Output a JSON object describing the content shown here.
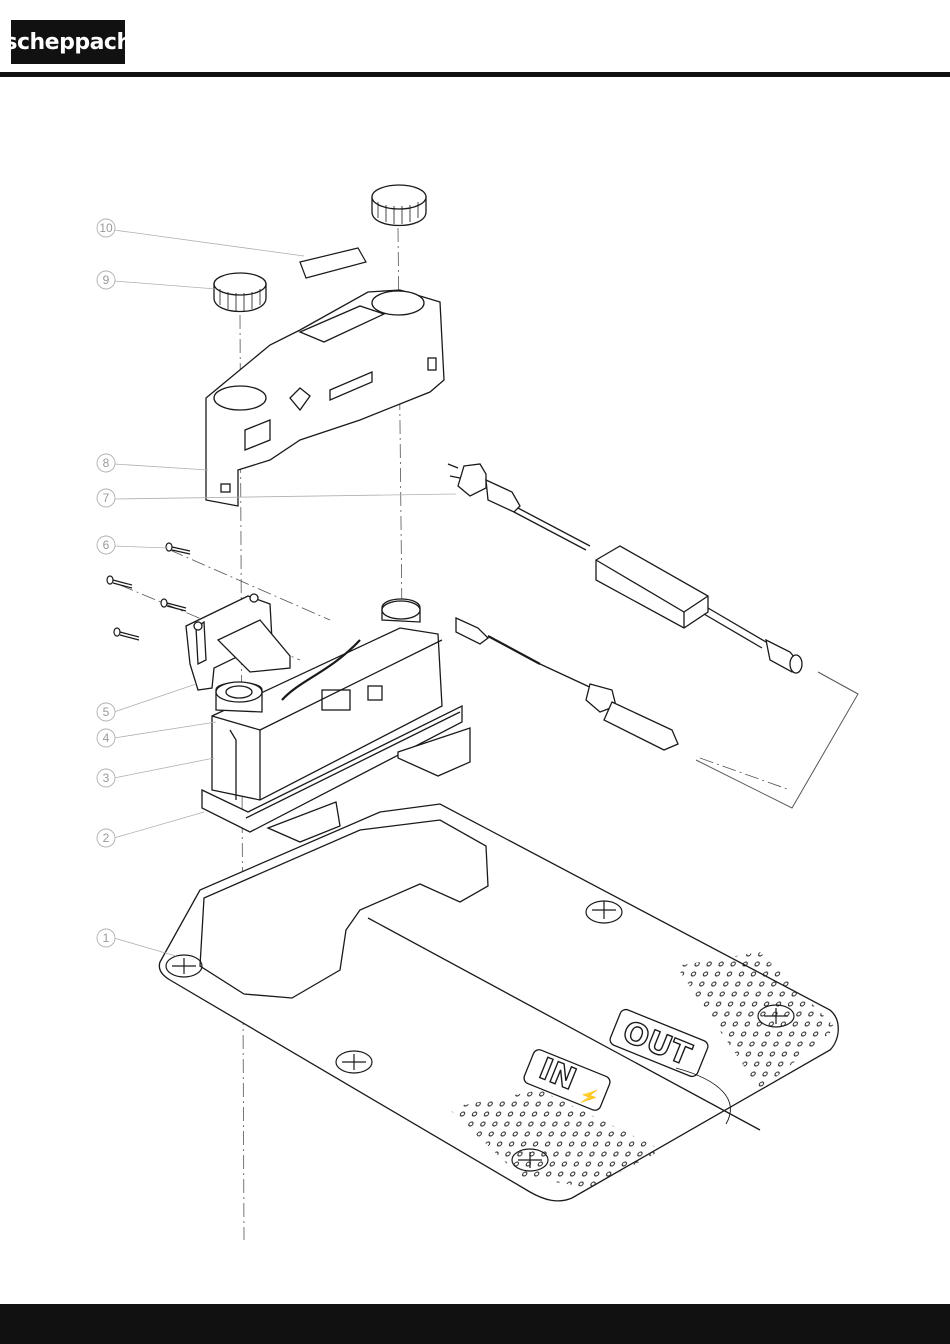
{
  "header": {
    "logo_text": "scheppach"
  },
  "diagram": {
    "callouts": [
      "1",
      "2",
      "3",
      "4",
      "5",
      "6",
      "7",
      "8",
      "9",
      "10"
    ],
    "base_plate": {
      "in_label": "IN",
      "out_label": "OUT"
    }
  },
  "colors": {
    "line": "#1a1a1a",
    "callout_gray": "#9a9a9a",
    "bars": "#111111"
  }
}
